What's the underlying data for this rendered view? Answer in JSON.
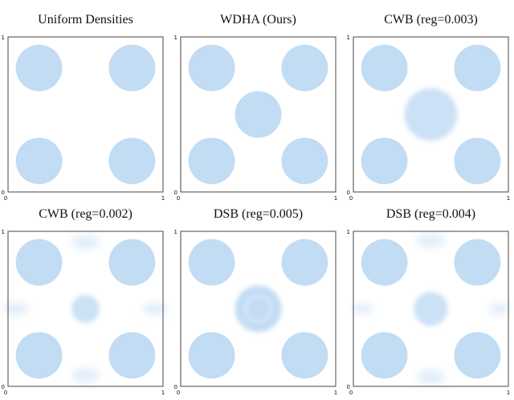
{
  "chart_data": [
    {
      "type": "heatmap",
      "title": "Uniform Densities",
      "xlim": [
        0,
        1
      ],
      "ylim": [
        0,
        1
      ],
      "xticks": [
        "0",
        "1"
      ],
      "yticks": [
        "0",
        "1"
      ],
      "blobs": [
        {
          "x": 0.2,
          "y": 0.8,
          "r": 0.15,
          "style": "solid"
        },
        {
          "x": 0.8,
          "y": 0.8,
          "r": 0.15,
          "style": "solid"
        },
        {
          "x": 0.2,
          "y": 0.2,
          "r": 0.15,
          "style": "solid"
        },
        {
          "x": 0.8,
          "y": 0.2,
          "r": 0.15,
          "style": "solid"
        }
      ]
    },
    {
      "type": "heatmap",
      "title": "WDHA (Ours)",
      "xlim": [
        0,
        1
      ],
      "ylim": [
        0,
        1
      ],
      "xticks": [
        "0",
        "1"
      ],
      "yticks": [
        "0",
        "1"
      ],
      "blobs": [
        {
          "x": 0.2,
          "y": 0.8,
          "r": 0.15,
          "style": "solid"
        },
        {
          "x": 0.8,
          "y": 0.8,
          "r": 0.15,
          "style": "solid"
        },
        {
          "x": 0.2,
          "y": 0.2,
          "r": 0.15,
          "style": "solid"
        },
        {
          "x": 0.8,
          "y": 0.2,
          "r": 0.15,
          "style": "solid"
        },
        {
          "x": 0.5,
          "y": 0.5,
          "r": 0.15,
          "style": "solid"
        }
      ]
    },
    {
      "type": "heatmap",
      "title": "CWB (reg=0.003)",
      "xlim": [
        0,
        1
      ],
      "ylim": [
        0,
        1
      ],
      "xticks": [
        "0",
        "1"
      ],
      "yticks": [
        "0",
        "1"
      ],
      "blobs": [
        {
          "x": 0.2,
          "y": 0.8,
          "r": 0.15,
          "style": "solid"
        },
        {
          "x": 0.8,
          "y": 0.8,
          "r": 0.15,
          "style": "solid"
        },
        {
          "x": 0.2,
          "y": 0.2,
          "r": 0.15,
          "style": "solid"
        },
        {
          "x": 0.8,
          "y": 0.2,
          "r": 0.15,
          "style": "solid"
        },
        {
          "x": 0.5,
          "y": 0.5,
          "r": 0.17,
          "style": "blur"
        }
      ]
    },
    {
      "type": "heatmap",
      "title": "CWB (reg=0.002)",
      "xlim": [
        0,
        1
      ],
      "ylim": [
        0,
        1
      ],
      "xticks": [
        "0",
        "1"
      ],
      "yticks": [
        "0",
        "1"
      ],
      "blobs": [
        {
          "x": 0.2,
          "y": 0.8,
          "r": 0.15,
          "style": "solid"
        },
        {
          "x": 0.8,
          "y": 0.8,
          "r": 0.15,
          "style": "solid"
        },
        {
          "x": 0.2,
          "y": 0.2,
          "r": 0.15,
          "style": "solid"
        },
        {
          "x": 0.8,
          "y": 0.2,
          "r": 0.15,
          "style": "solid"
        },
        {
          "x": 0.5,
          "y": 0.5,
          "r": 0.09,
          "style": "blur"
        },
        {
          "x": 0.5,
          "y": 0.93,
          "r": 0.09,
          "style": "faint"
        },
        {
          "x": 0.5,
          "y": 0.07,
          "r": 0.09,
          "style": "faint"
        },
        {
          "x": 0.05,
          "y": 0.5,
          "r": 0.08,
          "style": "faint"
        },
        {
          "x": 0.95,
          "y": 0.5,
          "r": 0.08,
          "style": "faint"
        }
      ]
    },
    {
      "type": "heatmap",
      "title": "DSB (reg=0.005)",
      "xlim": [
        0,
        1
      ],
      "ylim": [
        0,
        1
      ],
      "xticks": [
        "0",
        "1"
      ],
      "yticks": [
        "0",
        "1"
      ],
      "blobs": [
        {
          "x": 0.2,
          "y": 0.8,
          "r": 0.15,
          "style": "solid"
        },
        {
          "x": 0.8,
          "y": 0.8,
          "r": 0.15,
          "style": "solid"
        },
        {
          "x": 0.2,
          "y": 0.2,
          "r": 0.15,
          "style": "solid"
        },
        {
          "x": 0.8,
          "y": 0.2,
          "r": 0.15,
          "style": "solid"
        },
        {
          "x": 0.5,
          "y": 0.5,
          "r": 0.15,
          "style": "ring"
        }
      ]
    },
    {
      "type": "heatmap",
      "title": "DSB (reg=0.004)",
      "xlim": [
        0,
        1
      ],
      "ylim": [
        0,
        1
      ],
      "xticks": [
        "0",
        "1"
      ],
      "yticks": [
        "0",
        "1"
      ],
      "blobs": [
        {
          "x": 0.2,
          "y": 0.8,
          "r": 0.15,
          "style": "solid"
        },
        {
          "x": 0.8,
          "y": 0.8,
          "r": 0.15,
          "style": "solid"
        },
        {
          "x": 0.2,
          "y": 0.2,
          "r": 0.15,
          "style": "solid"
        },
        {
          "x": 0.8,
          "y": 0.2,
          "r": 0.15,
          "style": "solid"
        },
        {
          "x": 0.5,
          "y": 0.5,
          "r": 0.11,
          "style": "blur"
        },
        {
          "x": 0.5,
          "y": 0.94,
          "r": 0.09,
          "style": "faint"
        },
        {
          "x": 0.5,
          "y": 0.06,
          "r": 0.09,
          "style": "faint"
        },
        {
          "x": 0.06,
          "y": 0.5,
          "r": 0.07,
          "style": "faint"
        },
        {
          "x": 0.94,
          "y": 0.5,
          "r": 0.07,
          "style": "faint"
        }
      ]
    }
  ],
  "colors": {
    "density": "#c2dcf4",
    "axis": "#444444"
  }
}
